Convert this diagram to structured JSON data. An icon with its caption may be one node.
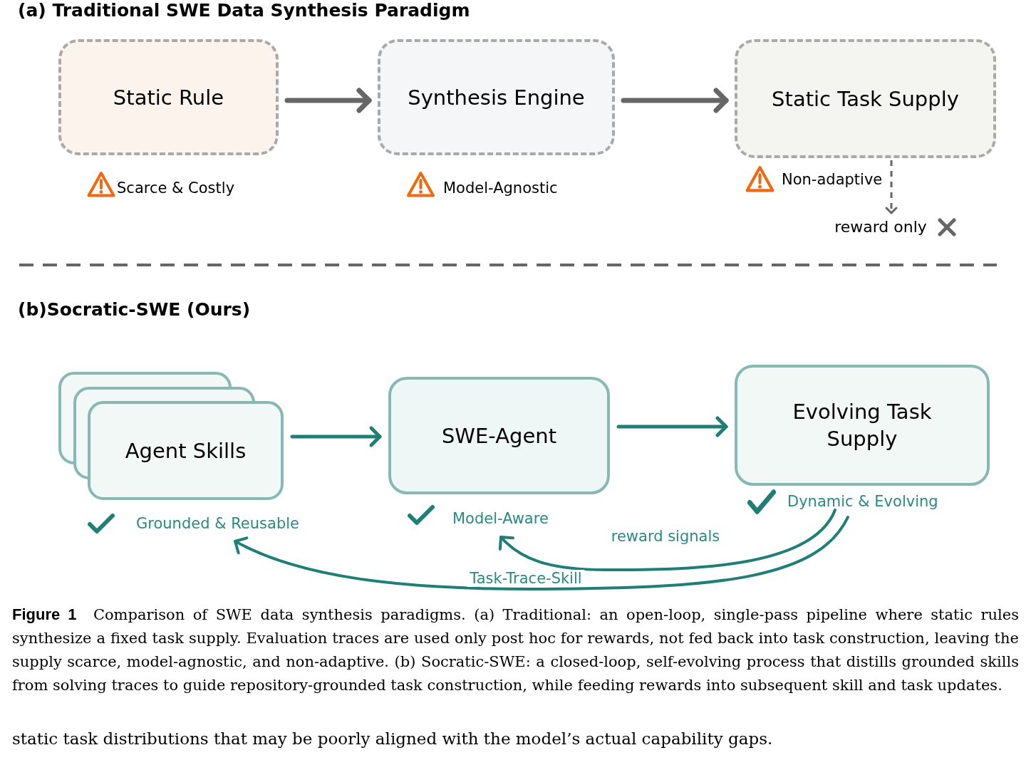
{
  "diagram": {
    "caption": "**Figure 1** Comparison of SWE data synthesis paradigms. (a) Traditional: an open-loop, single-pass pipeline where static rules synthesize a fixed task supply. Evaluation traces are used only post hoc for rewards, not fed back into task construction, leaving the supply scarce, model-agnostic, and non-adaptive. (b) Socratic-SWE: a closed-loop, self-evolving process that distills grounded skills from solving traces to guide repository-grounded task construction, while feeding rewards into subsequent skill and task updates.",
    "nodes": [
      {
        "text": [
          "Static Rule"
        ],
        "beside": [
          "Scarce & Costly"
        ]
      },
      {
        "text": [
          "Synthesis Engine"
        ],
        "beside": [
          "Model-Agnostic"
        ]
      },
      {
        "text": [
          "Static Task Supply"
        ],
        "beside": [
          "Non-adaptive"
        ]
      },
      {
        "text": [
          "reward only"
        ]
      },
      {
        "text": [
          "Agent Skills"
        ],
        "beside": [
          "Grounded & Reusable"
        ]
      },
      {
        "text": [
          "SWE-Agent"
        ],
        "beside": [
          "Model-Aware"
        ]
      },
      {
        "text": [
          "Evolving Task Supply"
        ],
        "beside": [
          "Dynamic & Evolving"
        ]
      }
    ],
    "edges": [
      {
        "from": 0,
        "to": 1,
        "arrow": "to",
        "color": "#666666"
      },
      {
        "from": 1,
        "to": 2,
        "arrow": "to",
        "color": "#666666"
      },
      {
        "from": 2,
        "to": 3,
        "arrow": "to",
        "style": "dashed",
        "color": "#666666"
      },
      {
        "from": 4,
        "to": 5,
        "arrow": "to"
      },
      {
        "from": 5,
        "to": 6,
        "arrow": "to"
      },
      {
        "from": 6,
        "to": 5,
        "arrow": "to",
        "label": "reward signals"
      },
      {
        "from": 6,
        "to": 4,
        "arrow": "to",
        "label": "Task-Trace-Skill"
      }
    ],
    "labels": [
      "(a) Traditional SWE Data Synthesis Paradigm",
      "(b)Socratic-SWE (Ours)",
      "static task distributions that may be poorly aligned with the model’s actual capability gaps."
    ]
  }
}
